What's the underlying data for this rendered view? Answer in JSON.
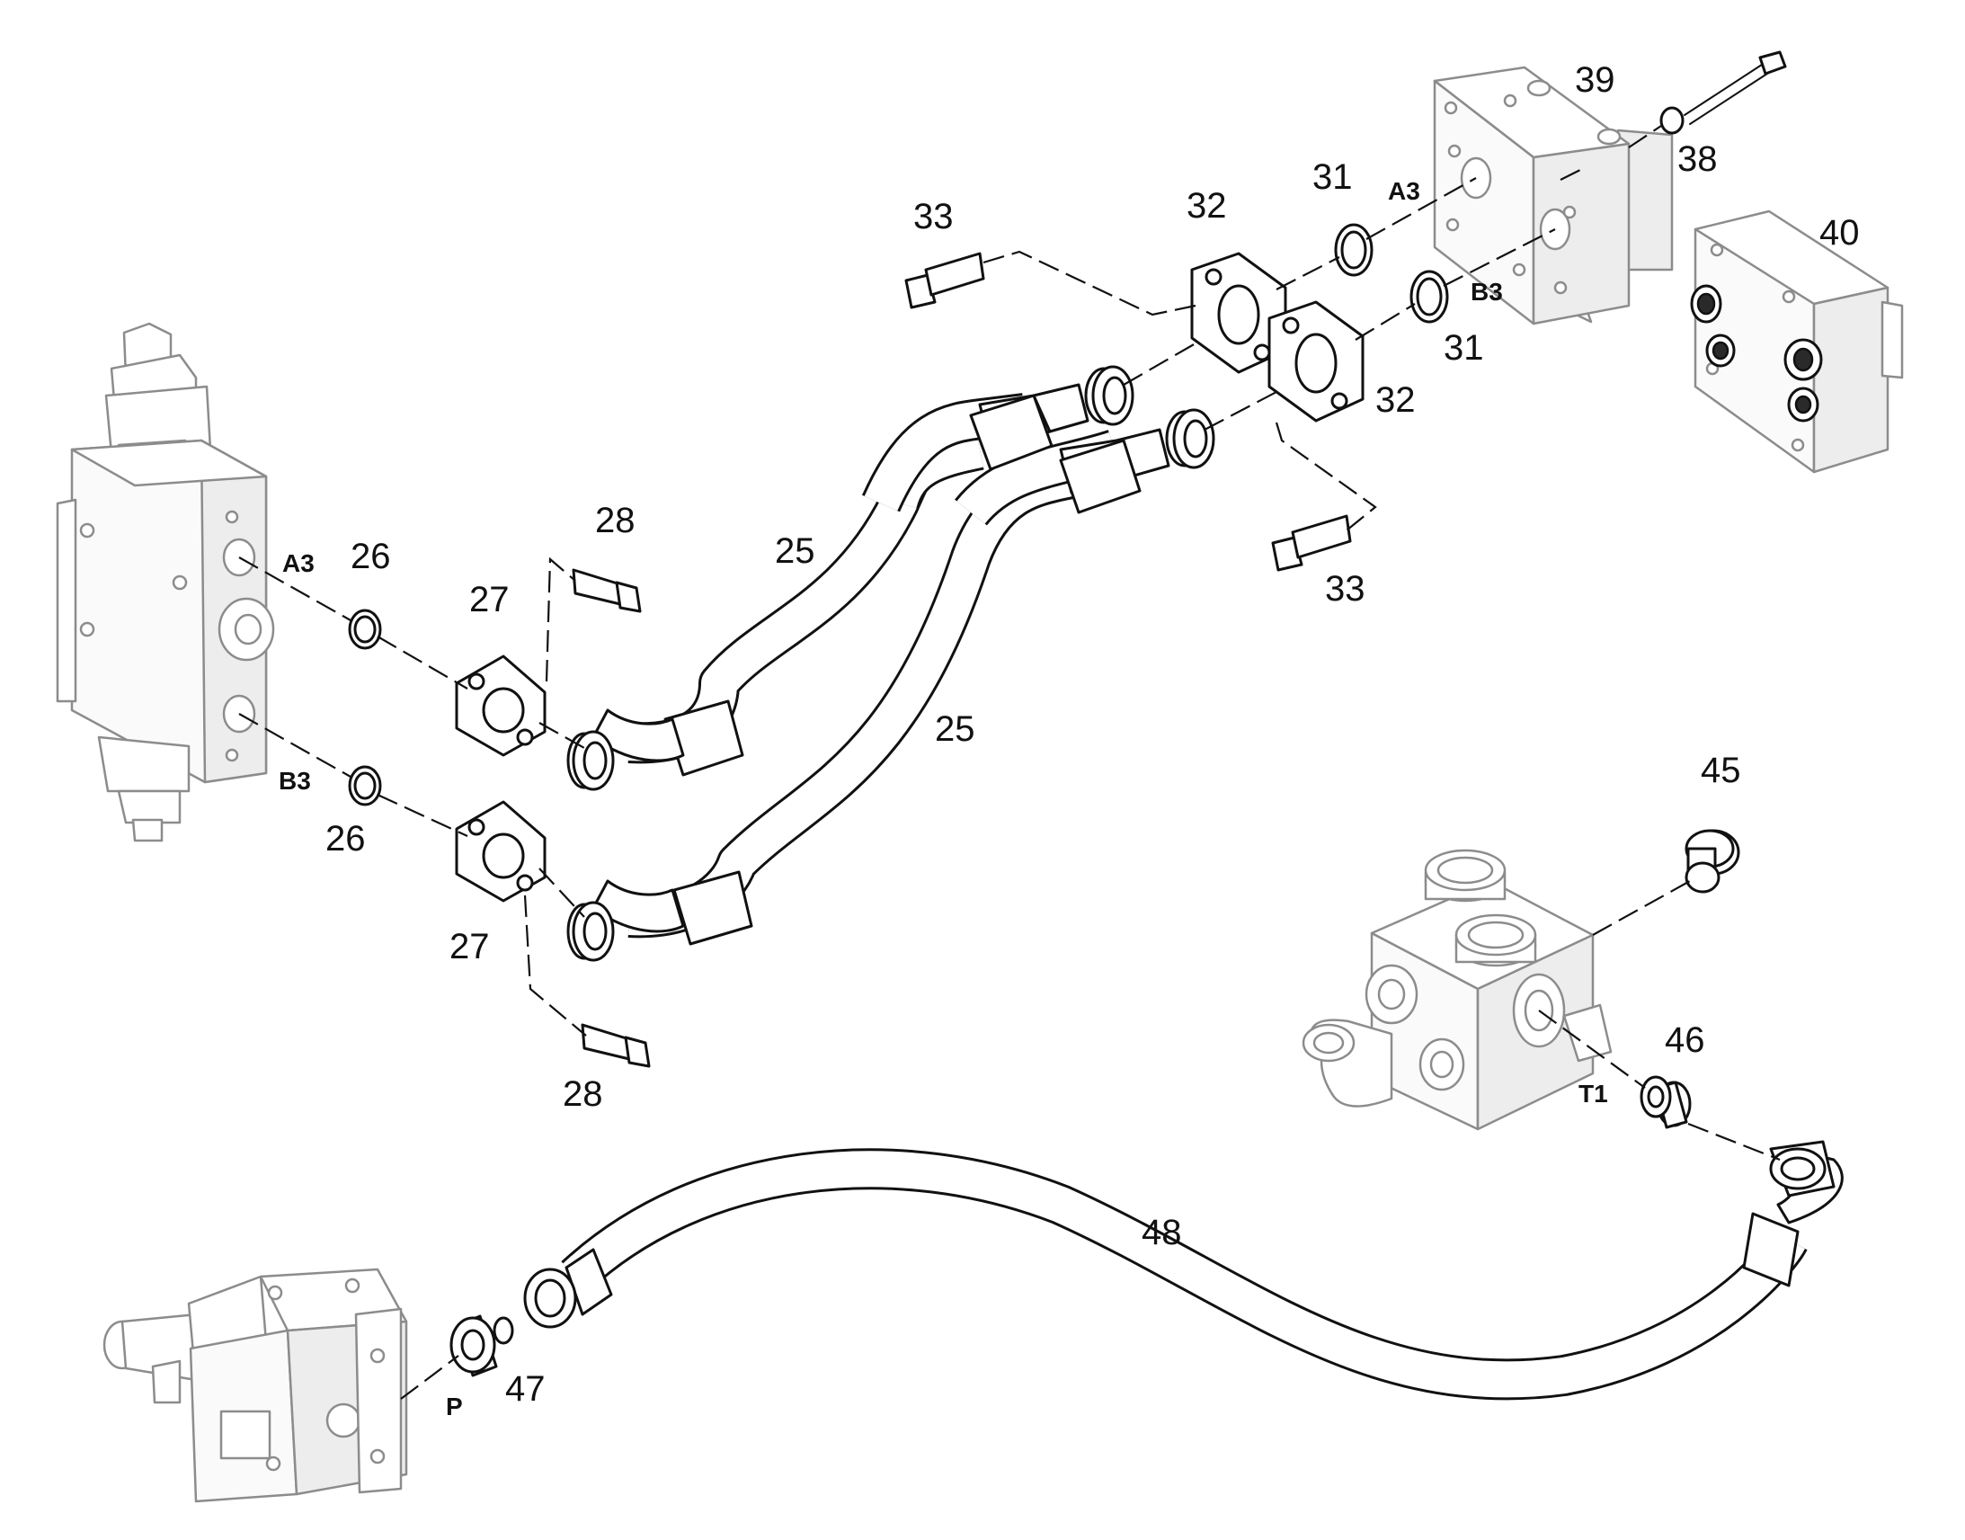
{
  "callouts": {
    "c25a": "25",
    "c25b": "25",
    "c26a": "26",
    "c26b": "26",
    "c27a": "27",
    "c27b": "27",
    "c28a": "28",
    "c28b": "28",
    "c31a": "31",
    "c31b": "31",
    "c32a": "32",
    "c32b": "32",
    "c33a": "33",
    "c33b": "33",
    "c38": "38",
    "c39": "39",
    "c40": "40",
    "c45": "45",
    "c46": "46",
    "c47": "47",
    "c48": "48"
  },
  "ports": {
    "a3_left": "A3",
    "b3_left": "B3",
    "a3_right": "A3",
    "b3_right": "B3",
    "t1": "T1",
    "p": "P"
  }
}
